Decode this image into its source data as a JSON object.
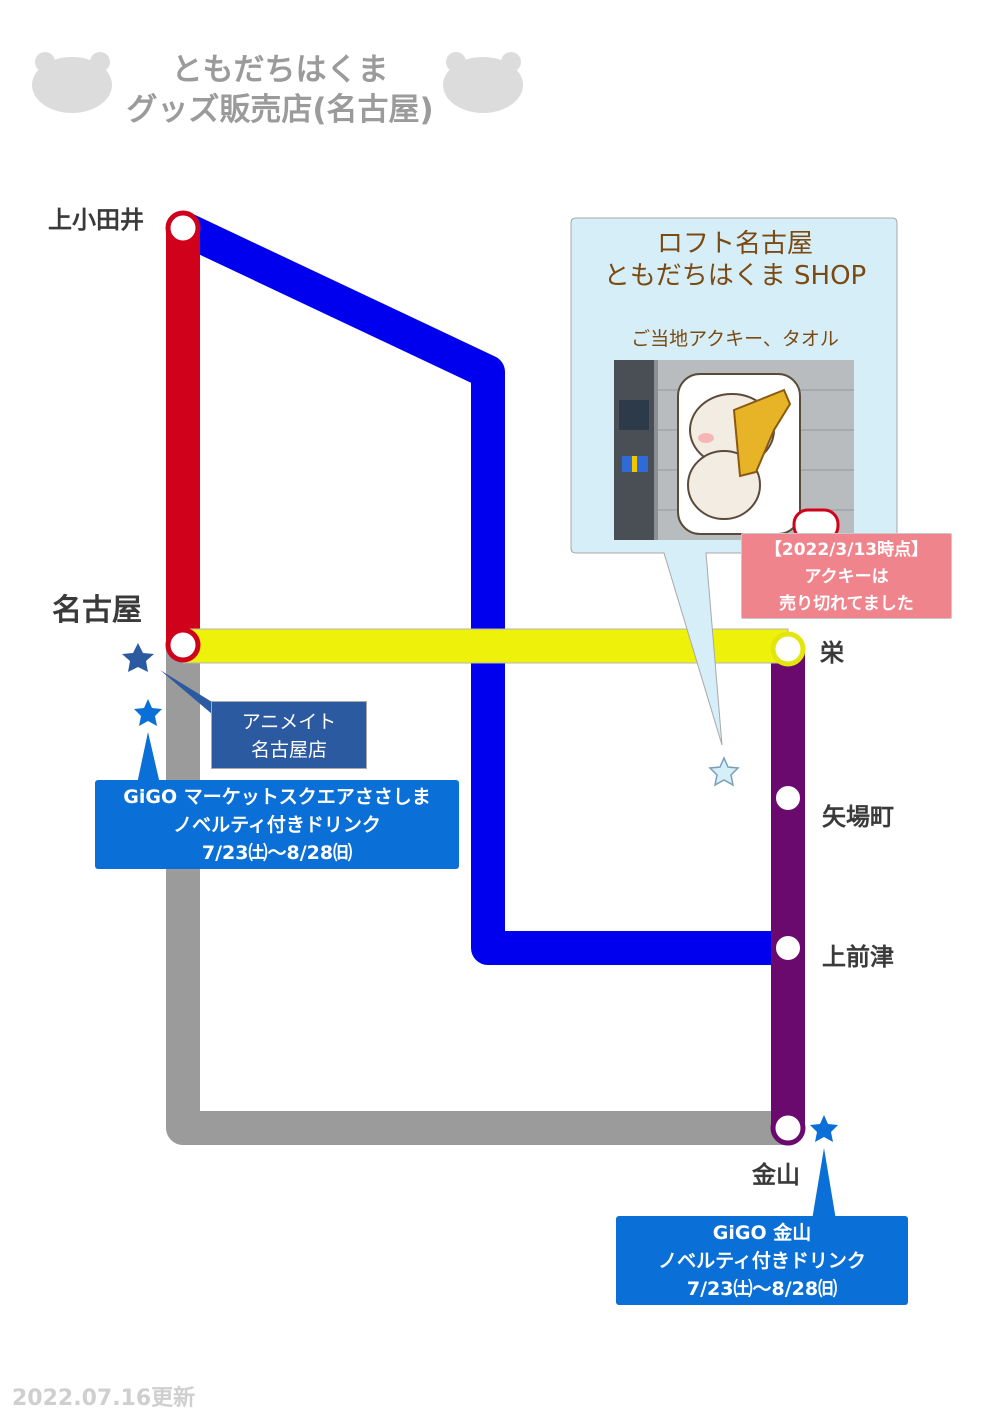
{
  "title": {
    "line1": "ともだちはくま",
    "line2": "グッズ販売店(名古屋)"
  },
  "stations": {
    "kamiotai": "上小田井",
    "nagoya": "名古屋",
    "sakae": "栄",
    "yabacho": "矢場町",
    "kamimaezu": "上前津",
    "kanayama": "金山"
  },
  "shops": {
    "loft": {
      "name_line1": "ロフト名古屋",
      "name_line2": "ともだちはくま SHOP",
      "items": "ご当地アクキー、タオル"
    },
    "status_note": {
      "line1": "【2022/3/13時点】",
      "line2": "アクキーは",
      "line3": "売り切れてました"
    },
    "animate": {
      "line1": "アニメイト",
      "line2": "名古屋店"
    },
    "gigo_sasashima": {
      "line1": "GiGO マーケットスクエアささしま",
      "line2": "ノベルティ付きドリンク",
      "line3": "7/23㈯〜8/28㈰"
    },
    "gigo_kanayama": {
      "line1": "GiGO 金山",
      "line2": "ノベルティ付きドリンク",
      "line3": "7/23㈯〜8/28㈰"
    }
  },
  "updated": "2022.07.16更新",
  "colors": {
    "red_line": "#d0021b",
    "blue_line": "#0000ee",
    "yellow_line": "#eef20a",
    "purple_line": "#6a0a6e",
    "gray_line": "#9b9b9b",
    "callout_blue": "#0a6fd6",
    "callout_navy": "#2c5aa0",
    "note_pink": "#f0848c",
    "loft_bg": "#d6eef8"
  },
  "icons": {
    "title_bear": "bear-silhouette-icon",
    "shop_marker": "star-icon",
    "station_marker": "station-circle-icon"
  }
}
